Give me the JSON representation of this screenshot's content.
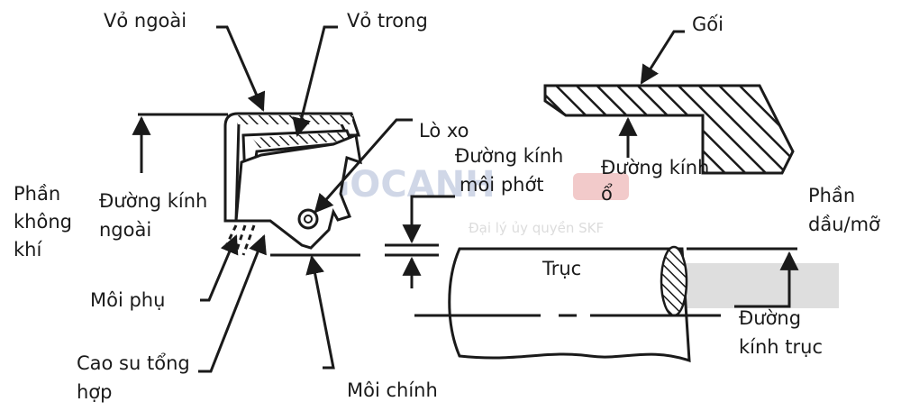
{
  "labels": {
    "outer_case": "Vỏ ngoài",
    "inner_case": "Vỏ trong",
    "housing": "Gối",
    "spring": "Lò xo",
    "lip_diameter_1": "Đường kính",
    "lip_diameter_2": "môi phớt",
    "bore_diameter_1": "Đường kính",
    "bore_diameter_2": "ổ",
    "air_side_1": "Phần",
    "air_side_2": "không",
    "air_side_3": "khí",
    "outside_diameter_1": "Đường kính",
    "outside_diameter_2": "ngoài",
    "oil_side_1": "Phần",
    "oil_side_2": "dầu/mỡ",
    "shaft": "Trục",
    "auxiliary_lip": "Môi phụ",
    "shaft_diameter_1": "Đường",
    "shaft_diameter_2": "kính trục",
    "synthetic_rubber_1": "Cao su tổng",
    "synthetic_rubber_2": "hợp",
    "main_lip": "Môi chính"
  },
  "watermark": {
    "logo": "NGOCANH",
    "tagline": "Đại lý ủy quyền SKF"
  },
  "colors": {
    "ink": "#1a1a1a",
    "watermark_blue": "#aab8d4",
    "watermark_red": "#e8a0a0",
    "watermark_grey": "#c0c0c0"
  }
}
